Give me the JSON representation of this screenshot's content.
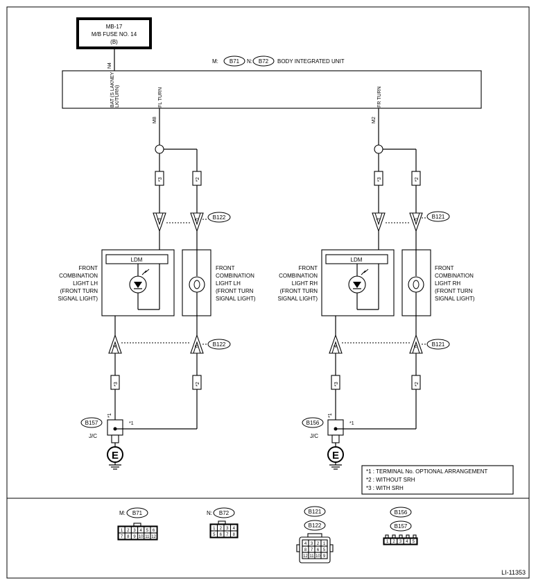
{
  "fuse": {
    "line1": "MB-17",
    "line2": "M/B FUSE NO. 14",
    "line3": "(B)"
  },
  "biu": {
    "prefix_m": "M:",
    "conn_m": "B71",
    "prefix_n": "N:",
    "conn_n": "B72",
    "title": "BODY INTEGRATED UNIT",
    "pin_n4": "N4",
    "pin_bat_l1": "BAT (S LAKNEY",
    "pin_bat_l2": "LK/TURN)",
    "pin_fl": "FL TURN",
    "pin_fr": "FR TURN",
    "wire_m8": "M8",
    "wire_m2": "M2"
  },
  "left": {
    "tag3": "*3",
    "tag2": "*2",
    "pin_top_a": "3",
    "pin_top_b": "5",
    "pin_bot_a": "4",
    "pin_bot_b": "6",
    "conn_top": "B122",
    "conn_bot": "B122",
    "ldm": "LDM",
    "lamp_a": [
      "FRONT",
      "COMBINATION",
      "LIGHT LH",
      "(FRONT TURN",
      "SIGNAL LIGHT)"
    ],
    "lamp_b": [
      "FRONT",
      "COMBINATION",
      "LIGHT LH",
      "(FRONT TURN",
      "SIGNAL LIGHT)"
    ],
    "jc_conn": "B157",
    "jc_label": "J/C",
    "star1": "*1",
    "ground": "E"
  },
  "right": {
    "tag3": "*3",
    "tag2": "*2",
    "pin_top_a": "3",
    "pin_top_b": "5",
    "pin_bot_a": "4",
    "pin_bot_b": "6",
    "conn_top": "B121",
    "conn_bot": "B121",
    "ldm": "LDM",
    "lamp_a": [
      "FRONT",
      "COMBINATION",
      "LIGHT RH",
      "(FRONT TURN",
      "SIGNAL LIGHT)"
    ],
    "lamp_b": [
      "FRONT",
      "COMBINATION",
      "LIGHT RH",
      "(FRONT TURN",
      "SIGNAL LIGHT)"
    ],
    "jc_conn": "B156",
    "jc_label": "J/C",
    "star1": "*1",
    "ground": "E"
  },
  "notes": [
    "*1  : TERMINAL No. OPTIONAL ARRANGEMENT",
    "*2  : WITHOUT SRH",
    "*3  : WITH SRH"
  ],
  "connectors": {
    "b71_prefix": "M:",
    "b71": "B71",
    "b71_row1": [
      "1",
      "2",
      "3",
      "4",
      "5",
      "6"
    ],
    "b71_row2": [
      "7",
      "8",
      "9",
      "10",
      "11",
      "12"
    ],
    "b72_prefix": "N:",
    "b72": "B72",
    "b72_row1": [
      "1",
      "2",
      "3",
      "4"
    ],
    "b72_row2": [
      "5",
      "6",
      "7",
      "8"
    ],
    "b121": "B121",
    "b122": "B122",
    "b121_row1": [
      "4",
      "3",
      "2",
      "1"
    ],
    "b121_row2": [
      "8",
      "7",
      "6",
      "5"
    ],
    "b121_row3": [
      "12",
      "11",
      "10",
      "9"
    ],
    "b156": "B156",
    "b157": "B157",
    "b156_row1": [
      "1",
      "2",
      "3",
      "4",
      "5"
    ]
  },
  "figure_id": "LI-11353"
}
